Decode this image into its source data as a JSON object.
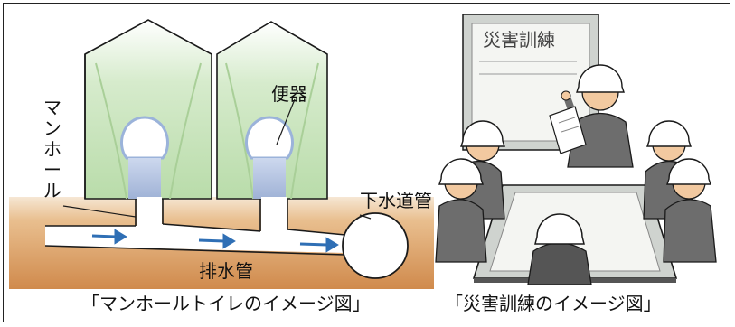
{
  "manhole_toilet": {
    "caption": "「マンホールトイレのイメージ図」",
    "labels": {
      "toilet": "便器",
      "manhole": "マンホール",
      "sewer_main": "下水道管",
      "drain_pipe": "排水管"
    }
  },
  "disaster_drill": {
    "caption": "「災害訓練のイメージ図」",
    "whiteboard_text": "災害訓練"
  },
  "colors": {
    "tent_green": "#cfe6c4",
    "ground_brown": "#d9a066",
    "pipe_blue": "#2f6fb5",
    "helmet_white": "#ffffff",
    "uniform_gray": "#6d6d6d"
  }
}
